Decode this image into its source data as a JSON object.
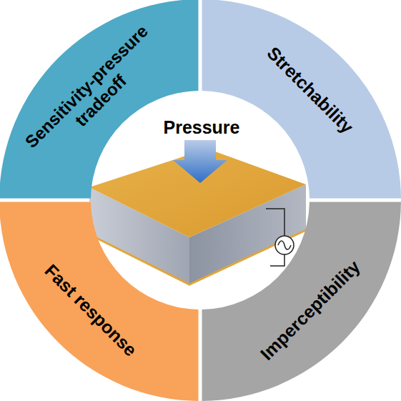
{
  "diagram": {
    "nodes": [
      {
        "text": [
          "Sensitivity-pressure tradeoff"
        ]
      },
      {
        "text": [
          "Stretchability"
        ]
      },
      {
        "text": [
          "Fast response"
        ]
      },
      {
        "text": [
          "Imperceptibility"
        ]
      }
    ],
    "labels": [
      "Pressure"
    ]
  }
}
